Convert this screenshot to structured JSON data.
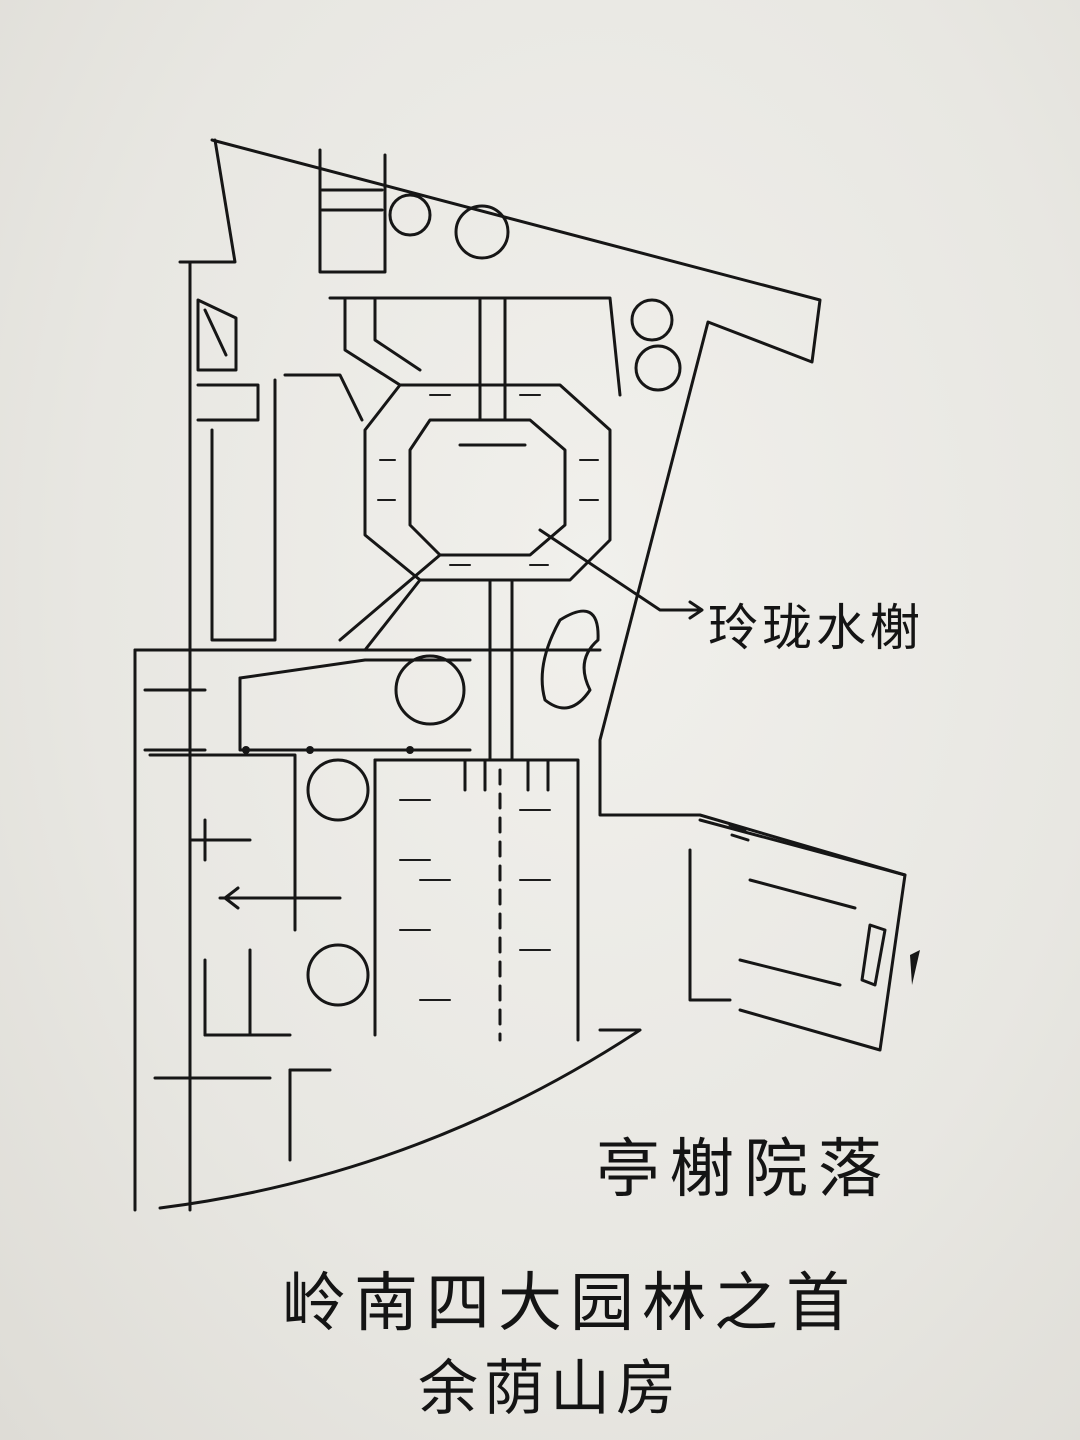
{
  "labels": {
    "pavilion": "玲珑水榭",
    "courtyard": "亭榭院落",
    "caption_line1": "岭南四大园林之首",
    "caption_line2": "余荫山房"
  },
  "colors": {
    "ink": "#161616",
    "paper": "#ecebe7"
  }
}
